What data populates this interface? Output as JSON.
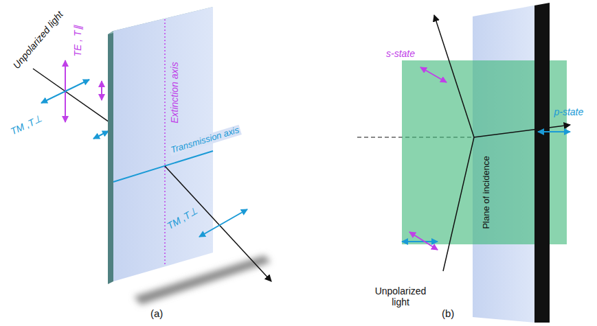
{
  "diagram": {
    "labels": [
      "Unpolarized light",
      "TE , T∥",
      "TM ,T⊥",
      "Extinction axis",
      "Transmission axis",
      "TM ,T⊥",
      "s-state",
      "p-state",
      "Plane of incidence",
      "Unpolarized light",
      "(a)",
      "(b)"
    ]
  }
}
